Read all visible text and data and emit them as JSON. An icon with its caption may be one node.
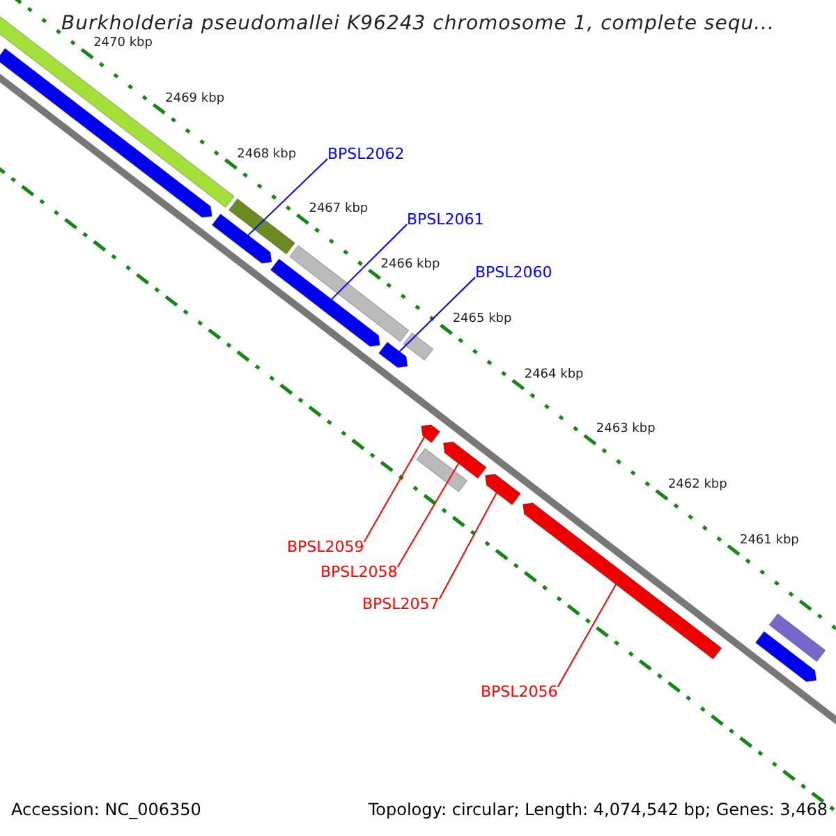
{
  "diagram": {
    "title": "Burkholderia pseudomallei K96243 chromosome 1, complete sequ...",
    "nodes": [
      {
        "text": [
          "BPSL2062"
        ]
      },
      {
        "text": [],
        "shape": "arrow"
      },
      {
        "text": [
          "BPSL2061"
        ]
      },
      {
        "text": [],
        "shape": "arrow"
      },
      {
        "text": [
          "BPSL2060"
        ]
      },
      {
        "text": [],
        "shape": "arrow"
      },
      {
        "text": [
          "BPSL2059"
        ]
      },
      {
        "text": [],
        "shape": "arrow"
      },
      {
        "text": [
          "BPSL2058"
        ]
      },
      {
        "text": [],
        "shape": "arrow"
      },
      {
        "text": [
          "BPSL2057"
        ]
      },
      {
        "text": [],
        "shape": "arrow"
      },
      {
        "text": [
          "BPSL2056"
        ]
      },
      {
        "text": [],
        "shape": "arrow"
      },
      {
        "text": [],
        "shape": "bar"
      },
      {
        "text": [],
        "shape": "bar"
      },
      {
        "text": [],
        "shape": "bar"
      },
      {
        "text": [],
        "shape": "bar"
      },
      {
        "text": [],
        "shape": "arrow"
      },
      {
        "text": [],
        "shape": "bar"
      },
      {
        "text": [],
        "shape": "bar"
      },
      {
        "text": [],
        "shape": "arrow"
      }
    ],
    "edges": [
      {
        "from": 0,
        "to": 1,
        "arrow": "none",
        "color": "#0000ff"
      },
      {
        "from": 2,
        "to": 3,
        "arrow": "none",
        "color": "#0000ff"
      },
      {
        "from": 4,
        "to": 5,
        "arrow": "none",
        "color": "#0000ff"
      },
      {
        "from": 6,
        "to": 7,
        "arrow": "none"
      },
      {
        "from": 8,
        "to": 9,
        "arrow": "none"
      },
      {
        "from": 10,
        "to": 11,
        "arrow": "none"
      },
      {
        "from": 12,
        "to": 13,
        "arrow": "none"
      }
    ],
    "labels": [
      "2470 kbp",
      "2469 kbp",
      "2468 kbp",
      "2467 kbp",
      "2466 kbp",
      "2465 kbp",
      "2464 kbp",
      "2463 kbp",
      "2462 kbp",
      "2461 kbp",
      "Accession: NC_006350",
      "Topology: circular; Length: 4,074,542 bp; Genes: 3,468"
    ]
  }
}
